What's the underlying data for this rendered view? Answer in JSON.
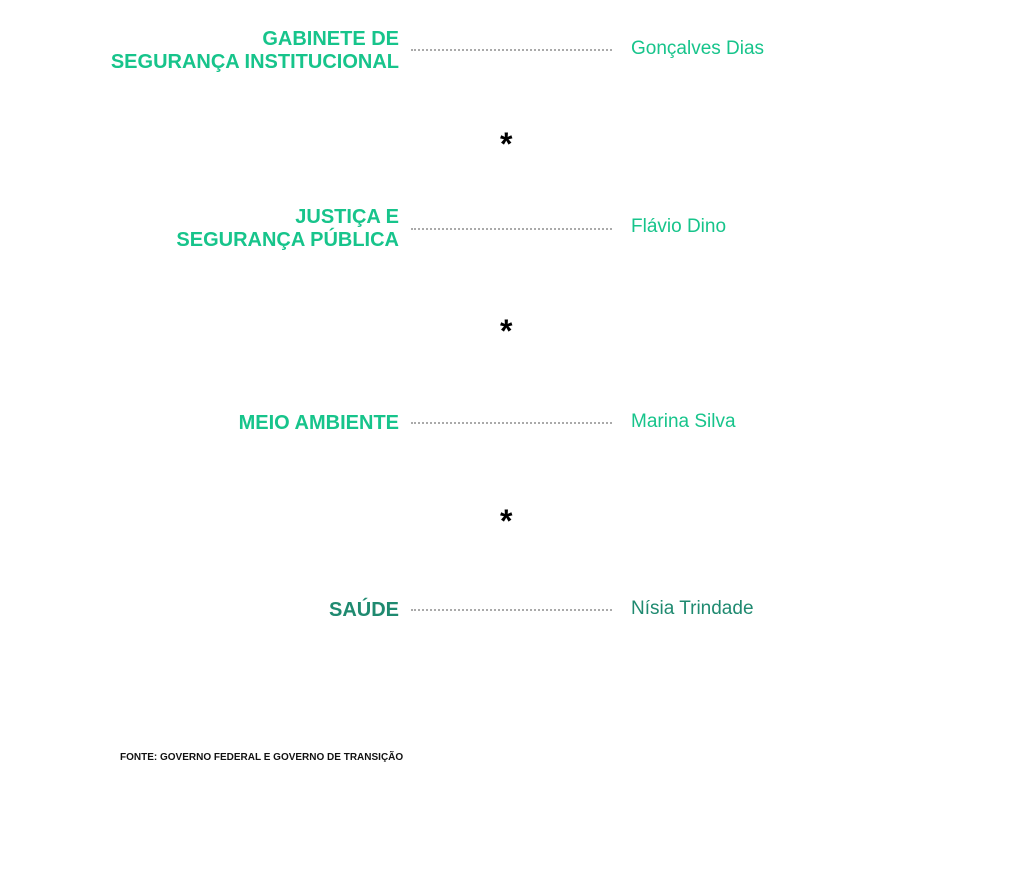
{
  "rows": [
    {
      "ministry_line1": "GABINETE DE",
      "ministry_line2": "SEGURANÇA INSTITUCIONAL",
      "minister": "Gonçalves Dias"
    },
    {
      "ministry_line1": "JUSTIÇA E",
      "ministry_line2": "SEGURANÇA PÚBLICA",
      "minister": "Flávio Dino"
    },
    {
      "ministry_line1": "MEIO AMBIENTE",
      "minister": "Marina Silva"
    },
    {
      "ministry_line1": "SAÚDE",
      "minister": "Nísia Trindade"
    }
  ],
  "separator": "*",
  "source": "FONTE: GOVERNO FEDERAL E GOVERNO DE TRANSIÇÃO",
  "colors": {
    "accent": "#17c48b",
    "accent_dark": "#1f8a70"
  }
}
